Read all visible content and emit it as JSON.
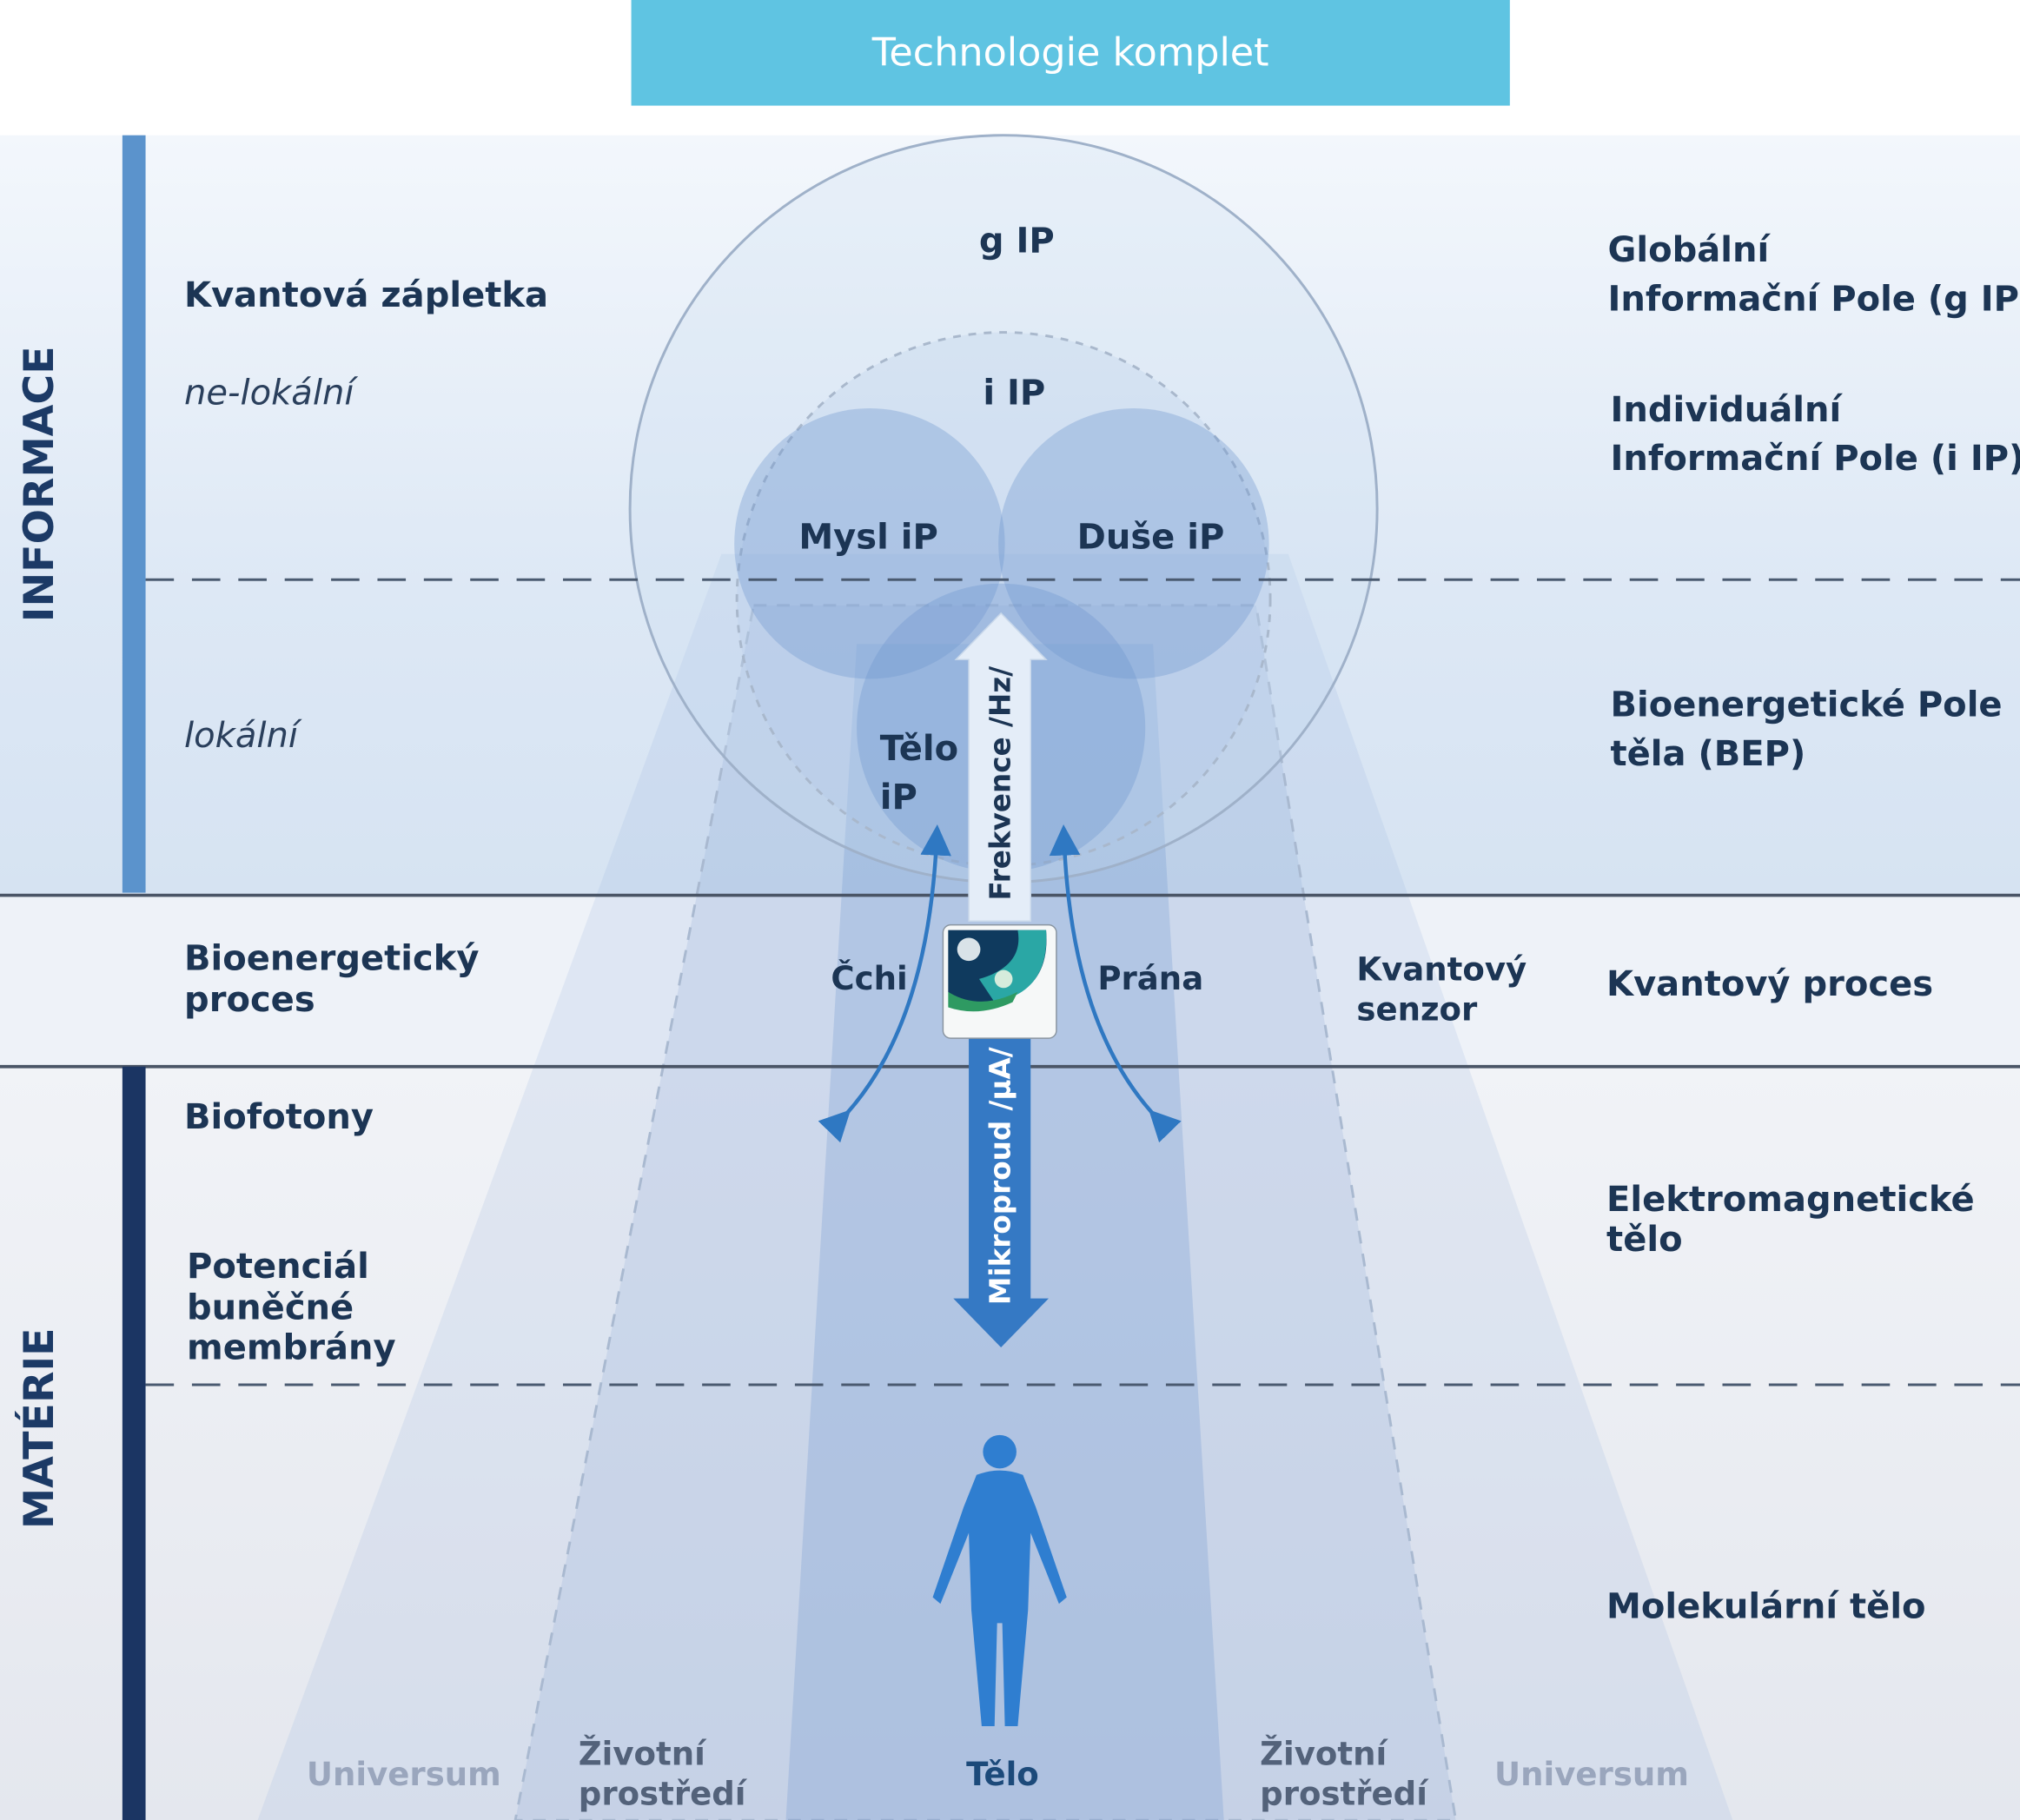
{
  "header": {
    "title": "Technologie komplet"
  },
  "side_labels": {
    "information": "INFORMACE",
    "matter": "MATÉRIE"
  },
  "left": {
    "quantum_entanglement": "Kvantová zápletka",
    "nonlocal": "ne-lokální",
    "local": "lokální",
    "bioenergetic_process": [
      "Bioenergetický",
      "proces"
    ],
    "biophotons": "Biofotony",
    "membrane_potential": [
      "Potenciál",
      "buněčné",
      "membrány"
    ]
  },
  "right": {
    "global_field": [
      "Globální",
      "Informační  Pole (g IP)"
    ],
    "individual_field": [
      "Individuální",
      "Informační  Pole (i IP)"
    ],
    "bep": [
      "Bioenergetické  Pole",
      "těla (BEP)"
    ],
    "quantum_process": "Kvantový proces",
    "em_body": [
      "Elektromagnetické",
      "tělo"
    ],
    "molecular_body": "Molekulární tělo"
  },
  "center": {
    "g_ip": "g IP",
    "i_ip": "i IP",
    "mind": "Mysl iP",
    "soul": "Duše iP",
    "body_ip": [
      "Tělo",
      "iP"
    ],
    "frequency": "Frekvence /Hz/",
    "microcurrent": "Mikroproud /µA/",
    "chi": "Čchi",
    "prana": "Prána",
    "sensor": [
      "Kvantový",
      "senzor"
    ]
  },
  "bottom": {
    "universe_left": "Universum",
    "env_left": [
      "Životní",
      "prostředí"
    ],
    "body": "Tělo",
    "env_right": [
      "Životní",
      "prostředí"
    ],
    "universe_right": "Universum"
  },
  "colors": {
    "header": "#5fc4e2",
    "info_bar": "#5b93cc",
    "matter_bar": "#1b3563",
    "text": "#1c3554"
  }
}
